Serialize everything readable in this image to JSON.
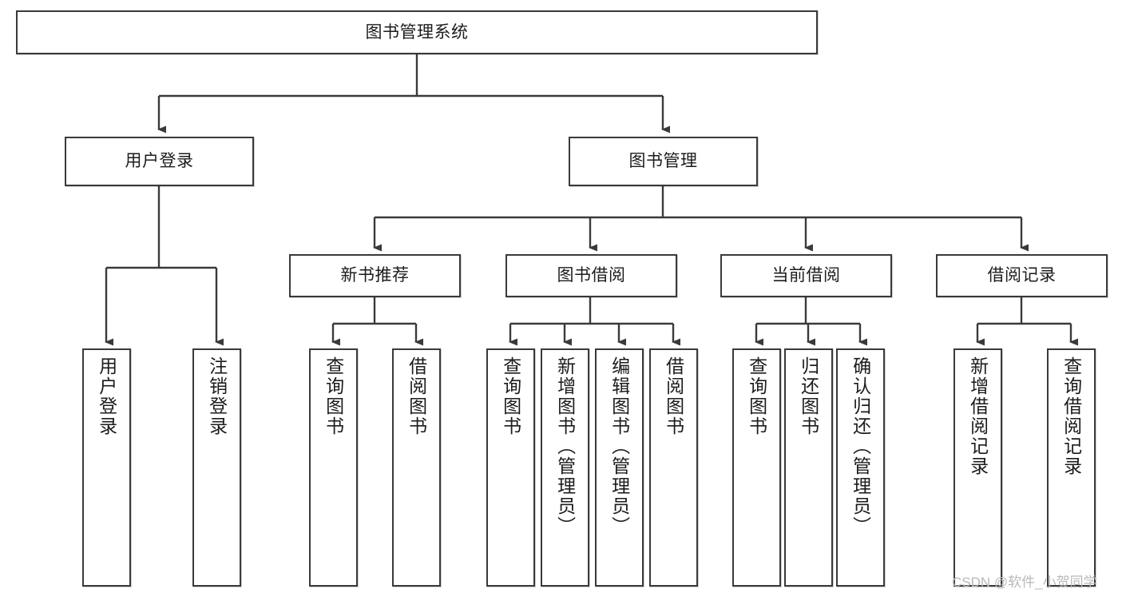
{
  "diagram": {
    "type": "tree-hierarchy-chart",
    "title_node": {
      "label": "图书管理系统",
      "orientation": "horizontal"
    },
    "level2": [
      {
        "label": "用户登录",
        "orientation": "horizontal"
      },
      {
        "label": "图书管理",
        "orientation": "horizontal"
      }
    ],
    "level3": [
      {
        "label": "新书推荐",
        "orientation": "horizontal"
      },
      {
        "label": "图书借阅",
        "orientation": "horizontal"
      },
      {
        "label": "当前借阅",
        "orientation": "horizontal"
      },
      {
        "label": "借阅记录",
        "orientation": "horizontal"
      }
    ],
    "leaves": {
      "user_login": [
        {
          "label": "用户登录",
          "orientation": "vertical"
        },
        {
          "label": "注销登录",
          "orientation": "vertical"
        }
      ],
      "new_book_recommend": [
        {
          "label": "查询图书",
          "orientation": "vertical"
        },
        {
          "label": "借阅图书",
          "orientation": "vertical"
        }
      ],
      "book_borrow": [
        {
          "label": "查询图书",
          "orientation": "vertical"
        },
        {
          "label": "新增图书（管理员）",
          "orientation": "vertical"
        },
        {
          "label": "编辑图书（管理员）",
          "orientation": "vertical"
        },
        {
          "label": "借阅图书",
          "orientation": "vertical"
        }
      ],
      "current_borrow": [
        {
          "label": "查询图书",
          "orientation": "vertical"
        },
        {
          "label": "归还图书",
          "orientation": "vertical"
        },
        {
          "label": "确认归还（管理员）",
          "orientation": "vertical"
        }
      ],
      "borrow_record": [
        {
          "label": "新增借阅记录",
          "orientation": "vertical"
        },
        {
          "label": "查询借阅记录",
          "orientation": "vertical"
        }
      ]
    },
    "watermark": "CSDN @软件_小贺同学",
    "colors": {
      "border": "#3a3a3a",
      "text": "#1c1c1c",
      "background": "#ffffff",
      "edge": "#3a3a3a",
      "watermark": "#b9b9b9"
    }
  }
}
